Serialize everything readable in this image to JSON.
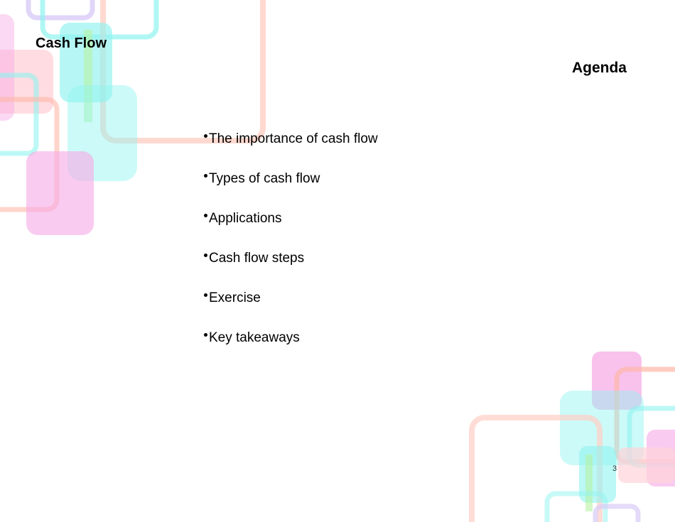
{
  "deck": {
    "title": "Cash Flow"
  },
  "slide": {
    "title": "Agenda",
    "page_number": "3",
    "agenda_items": [
      "The importance of cash flow",
      "Types of cash flow",
      "Applications",
      "Cash flow steps",
      "Exercise",
      "Key takeaways"
    ]
  },
  "theme": {
    "pink": "#f7a8e6",
    "cyan": "#8ff3f0",
    "salmon": "#ffb7a8",
    "lavender": "#d9ccf7",
    "green": "#b6f2a4"
  }
}
